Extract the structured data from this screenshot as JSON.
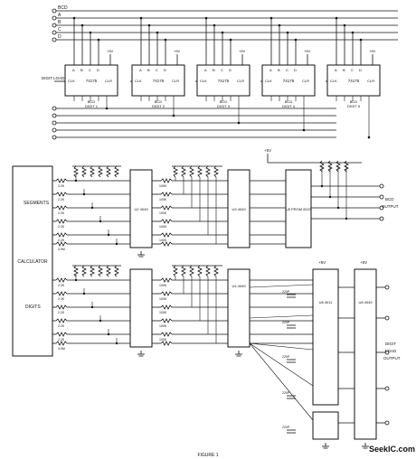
{
  "bus_labels": [
    "BCD",
    "A",
    "B",
    "C",
    "D"
  ],
  "digit_load": "DIGIT LOAD",
  "latch_chips": [
    {
      "part": "74175",
      "caption": "BCD DIGIT 1"
    },
    {
      "part": "74175",
      "caption": "BCD DIGIT 2"
    },
    {
      "part": "74175",
      "caption": "BCD DIGIT 3"
    },
    {
      "part": "74175",
      "caption": "BCD DIGIT 4"
    },
    {
      "part": "74175",
      "caption": "BCD DIGIT 5"
    }
  ],
  "latch_pins": [
    "A",
    "B",
    "C",
    "D",
    "CLK",
    "CLR"
  ],
  "supply": "+5V",
  "calculator": "CALCULATOR",
  "segments": "SEGMENTS",
  "digits": "DIGITS",
  "res_2k": "2.2K",
  "res_4_7k": "4.7K",
  "res_100k": "100K",
  "res_3_9m": "3.9M",
  "u2_label": "U2 4049",
  "u3_label": "U3 4049",
  "u4_label": "U4 4049",
  "u5_label": "U5 PROM 8223",
  "u6_label": "U6 4011",
  "u8_label": "U8 4049",
  "cap_220": "220P",
  "bcd_output": "BCD OUTPUT",
  "digit_load_output": "DIGIT LOAD OUTPUT",
  "watermark": "SeekIC.com",
  "caption": "FIGURE 1"
}
